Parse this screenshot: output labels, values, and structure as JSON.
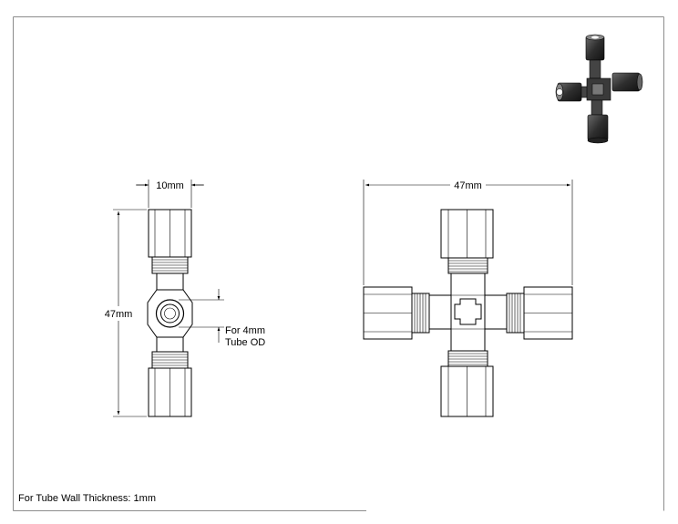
{
  "dimensions": {
    "side_width": "10mm",
    "side_height": "47mm",
    "front_width": "47mm"
  },
  "note": {
    "line1": "For 4mm",
    "line2": "Tube OD"
  },
  "footer": {
    "text": "For Tube Wall Thickness: 1mm"
  },
  "colors": {
    "line": "#000000",
    "frame": "#8c8c8c",
    "iso_body": "#3a3a3a"
  }
}
